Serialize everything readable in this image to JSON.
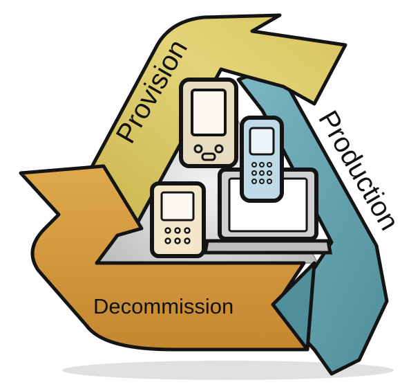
{
  "diagram": {
    "type": "recycle-cycle",
    "arrows": [
      {
        "id": "provision",
        "label": "Provision",
        "color": "#d9c75b"
      },
      {
        "id": "production",
        "label": "Production",
        "color": "#5f9fab"
      },
      {
        "id": "decommission",
        "label": "Decommission",
        "color": "#d49a3e"
      }
    ],
    "center_icons": [
      "pda-device-icon",
      "cordless-phone-icon",
      "laptop-icon",
      "mobile-phone-icon"
    ],
    "outline_color": "#141414",
    "background_triangle_color": "#cfcfcf"
  }
}
